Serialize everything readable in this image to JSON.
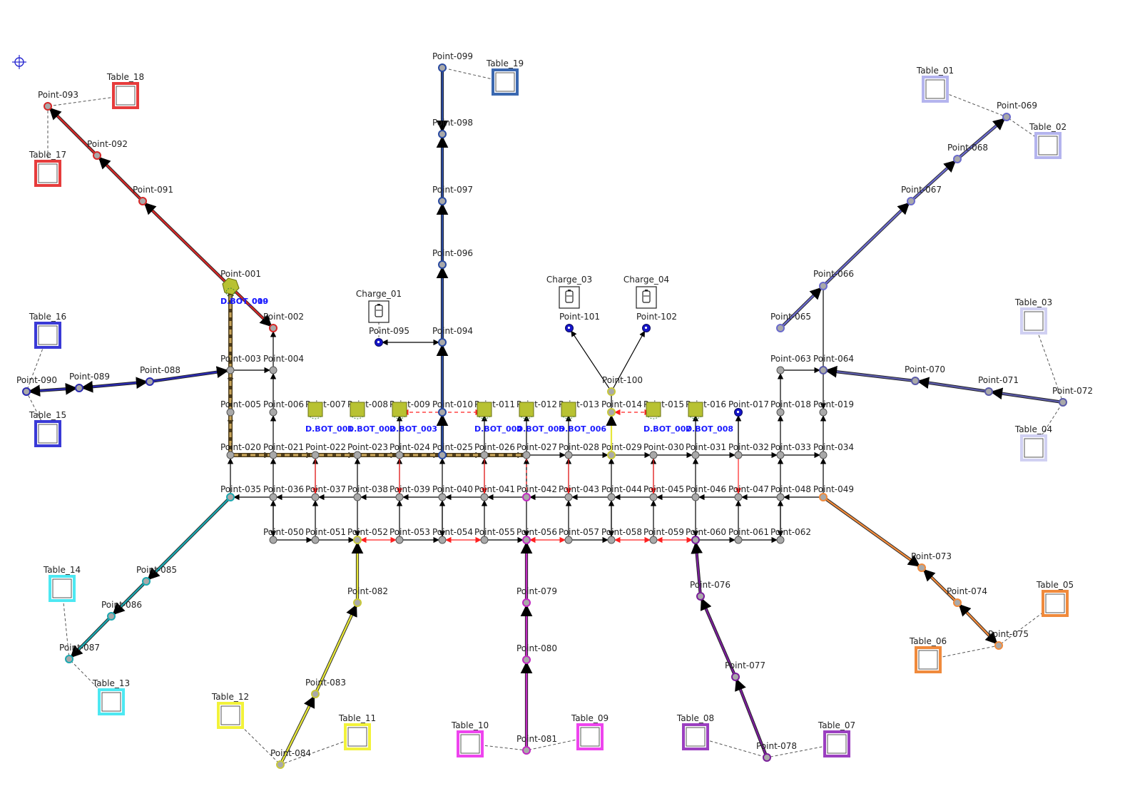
{
  "map": {
    "colors": {
      "background": "#ffffff",
      "grid_edge": "#000000",
      "node_fill": "#a9a9a9",
      "node_stroke": "#555555",
      "parking_fill": "#1515c8",
      "bot_fill": "#b8c232",
      "bot_label": "#1a1aff",
      "blocked_edge": "#ff2020",
      "route": "#8c6a2a",
      "label": "#222222"
    },
    "icons": {
      "origin": "crosshair-origin-icon",
      "charger": "battery-charger-icon",
      "parking": "parking-point-icon",
      "bot": "vehicle-bot-icon"
    },
    "points": [
      {
        "id": "Point-001",
        "label": "Point-001"
      },
      {
        "id": "Point-002",
        "label": "Point-002"
      },
      {
        "id": "Point-003",
        "label": "Point-003"
      },
      {
        "id": "Point-004",
        "label": "Point-004"
      },
      {
        "id": "Point-005",
        "label": "Point-005"
      },
      {
        "id": "Point-006",
        "label": "Point-006"
      },
      {
        "id": "Point-007",
        "label": "Point-007"
      },
      {
        "id": "Point-008",
        "label": "Point-008"
      },
      {
        "id": "Point-009",
        "label": "Point-009"
      },
      {
        "id": "Point-010",
        "label": "Point-010"
      },
      {
        "id": "Point-011",
        "label": "Point-011"
      },
      {
        "id": "Point-012",
        "label": "Point-012"
      },
      {
        "id": "Point-013",
        "label": "Point-013"
      },
      {
        "id": "Point-014",
        "label": "Point-014"
      },
      {
        "id": "Point-015",
        "label": "Point-015"
      },
      {
        "id": "Point-016",
        "label": "Point-016"
      },
      {
        "id": "Point-017",
        "label": "Point-017"
      },
      {
        "id": "Point-018",
        "label": "Point-018"
      },
      {
        "id": "Point-019",
        "label": "Point-019"
      },
      {
        "id": "Point-020",
        "label": "Point-020"
      },
      {
        "id": "Point-021",
        "label": "Point-021"
      },
      {
        "id": "Point-022",
        "label": "Point-022"
      },
      {
        "id": "Point-023",
        "label": "Point-023"
      },
      {
        "id": "Point-024",
        "label": "Point-024"
      },
      {
        "id": "Point-025",
        "label": "Point-025"
      },
      {
        "id": "Point-026",
        "label": "Point-026"
      },
      {
        "id": "Point-027",
        "label": "Point-027"
      },
      {
        "id": "Point-028",
        "label": "Point-028"
      },
      {
        "id": "Point-029",
        "label": "Point-029"
      },
      {
        "id": "Point-030",
        "label": "Point-030"
      },
      {
        "id": "Point-031",
        "label": "Point-031"
      },
      {
        "id": "Point-032",
        "label": "Point-032"
      },
      {
        "id": "Point-033",
        "label": "Point-033"
      },
      {
        "id": "Point-034",
        "label": "Point-034"
      },
      {
        "id": "Point-035",
        "label": "Point-035"
      },
      {
        "id": "Point-036",
        "label": "Point-036"
      },
      {
        "id": "Point-037",
        "label": "Point-037"
      },
      {
        "id": "Point-038",
        "label": "Point-038"
      },
      {
        "id": "Point-039",
        "label": "Point-039"
      },
      {
        "id": "Point-040",
        "label": "Point-040"
      },
      {
        "id": "Point-041",
        "label": "Point-041"
      },
      {
        "id": "Point-042",
        "label": "Point-042"
      },
      {
        "id": "Point-043",
        "label": "Point-043"
      },
      {
        "id": "Point-044",
        "label": "Point-044"
      },
      {
        "id": "Point-045",
        "label": "Point-045"
      },
      {
        "id": "Point-046",
        "label": "Point-046"
      },
      {
        "id": "Point-047",
        "label": "Point-047"
      },
      {
        "id": "Point-048",
        "label": "Point-048"
      },
      {
        "id": "Point-049",
        "label": "Point-049"
      },
      {
        "id": "Point-050",
        "label": "Point-050"
      },
      {
        "id": "Point-051",
        "label": "Point-051"
      },
      {
        "id": "Point-052",
        "label": "Point-052"
      },
      {
        "id": "Point-053",
        "label": "Point-053"
      },
      {
        "id": "Point-054",
        "label": "Point-054"
      },
      {
        "id": "Point-055",
        "label": "Point-055"
      },
      {
        "id": "Point-056",
        "label": "Point-056"
      },
      {
        "id": "Point-057",
        "label": "Point-057"
      },
      {
        "id": "Point-058",
        "label": "Point-058"
      },
      {
        "id": "Point-059",
        "label": "Point-059"
      },
      {
        "id": "Point-060",
        "label": "Point-060"
      },
      {
        "id": "Point-061",
        "label": "Point-061"
      },
      {
        "id": "Point-062",
        "label": "Point-062"
      },
      {
        "id": "Point-063",
        "label": "Point-063"
      },
      {
        "id": "Point-064",
        "label": "Point-064"
      },
      {
        "id": "Point-065",
        "label": "Point-065"
      },
      {
        "id": "Point-066",
        "label": "Point-066"
      },
      {
        "id": "Point-067",
        "label": "Point-067"
      },
      {
        "id": "Point-068",
        "label": "Point-068"
      },
      {
        "id": "Point-069",
        "label": "Point-069"
      },
      {
        "id": "Point-070",
        "label": "Point-070"
      },
      {
        "id": "Point-071",
        "label": "Point-071"
      },
      {
        "id": "Point-072",
        "label": "Point-072"
      },
      {
        "id": "Point-073",
        "label": "Point-073"
      },
      {
        "id": "Point-074",
        "label": "Point-074"
      },
      {
        "id": "Point-075",
        "label": "Point-075"
      },
      {
        "id": "Point-076",
        "label": "Point-076"
      },
      {
        "id": "Point-077",
        "label": "Point-077"
      },
      {
        "id": "Point-078",
        "label": "Point-078"
      },
      {
        "id": "Point-079",
        "label": "Point-079"
      },
      {
        "id": "Point-080",
        "label": "Point-080"
      },
      {
        "id": "Point-081",
        "label": "Point-081"
      },
      {
        "id": "Point-082",
        "label": "Point-082"
      },
      {
        "id": "Point-083",
        "label": "Point-083"
      },
      {
        "id": "Point-084",
        "label": "Point-084"
      },
      {
        "id": "Point-085",
        "label": "Point-085"
      },
      {
        "id": "Point-086",
        "label": "Point-086"
      },
      {
        "id": "Point-087",
        "label": "Point-087"
      },
      {
        "id": "Point-088",
        "label": "Point-088"
      },
      {
        "id": "Point-089",
        "label": "Point-089"
      },
      {
        "id": "Point-090",
        "label": "Point-090"
      },
      {
        "id": "Point-091",
        "label": "Point-091"
      },
      {
        "id": "Point-092",
        "label": "Point-092"
      },
      {
        "id": "Point-093",
        "label": "Point-093"
      },
      {
        "id": "Point-094",
        "label": "Point-094"
      },
      {
        "id": "Point-095",
        "label": "Point-095"
      },
      {
        "id": "Point-096",
        "label": "Point-096"
      },
      {
        "id": "Point-097",
        "label": "Point-097"
      },
      {
        "id": "Point-098",
        "label": "Point-098"
      },
      {
        "id": "Point-099",
        "label": "Point-099"
      },
      {
        "id": "Point-100",
        "label": "Point-100"
      },
      {
        "id": "Point-101",
        "label": "Point-101"
      },
      {
        "id": "Point-102",
        "label": "Point-102"
      }
    ],
    "tables": [
      {
        "id": "Table_01",
        "label": "Table_01",
        "color": "#b4b4ee"
      },
      {
        "id": "Table_02",
        "label": "Table_02",
        "color": "#b4b4ee"
      },
      {
        "id": "Table_03",
        "label": "Table_03",
        "color": "#d0d0f2"
      },
      {
        "id": "Table_04",
        "label": "Table_04",
        "color": "#d0d0f2"
      },
      {
        "id": "Table_05",
        "label": "Table_05",
        "color": "#f08a3c"
      },
      {
        "id": "Table_06",
        "label": "Table_06",
        "color": "#f08a3c"
      },
      {
        "id": "Table_07",
        "label": "Table_07",
        "color": "#9b3fc0"
      },
      {
        "id": "Table_08",
        "label": "Table_08",
        "color": "#9b3fc0"
      },
      {
        "id": "Table_09",
        "label": "Table_09",
        "color": "#ee44ee"
      },
      {
        "id": "Table_10",
        "label": "Table_10",
        "color": "#ee44ee"
      },
      {
        "id": "Table_11",
        "label": "Table_11",
        "color": "#f2f23a"
      },
      {
        "id": "Table_12",
        "label": "Table_12",
        "color": "#f2f23a"
      },
      {
        "id": "Table_13",
        "label": "Table_13",
        "color": "#4de8f2"
      },
      {
        "id": "Table_14",
        "label": "Table_14",
        "color": "#4de8f2"
      },
      {
        "id": "Table_15",
        "label": "Table_15",
        "color": "#3a3ad6"
      },
      {
        "id": "Table_16",
        "label": "Table_16",
        "color": "#3a3ad6"
      },
      {
        "id": "Table_17",
        "label": "Table_17",
        "color": "#e63c3c"
      },
      {
        "id": "Table_18",
        "label": "Table_18",
        "color": "#e63c3c"
      },
      {
        "id": "Table_19",
        "label": "Table_19",
        "color": "#3b68b0"
      }
    ],
    "chargers": [
      {
        "id": "Charge_01",
        "label": "Charge_01"
      },
      {
        "id": "Charge_03",
        "label": "Charge_03"
      },
      {
        "id": "Charge_04",
        "label": "Charge_04"
      }
    ],
    "bots": [
      {
        "id": "D.BOT_001",
        "label": "D.BOT_001"
      },
      {
        "id": "D.BOT_002",
        "label": "D.BOT_002"
      },
      {
        "id": "D.BOT_003",
        "label": "D.BOT_003"
      },
      {
        "id": "D.BOT_004",
        "label": "D.BOT_004"
      },
      {
        "id": "D.BOT_005",
        "label": "D.BOT_005"
      },
      {
        "id": "D.BOT_006",
        "label": "D.BOT_006"
      },
      {
        "id": "D.BOT_007",
        "label": "D.BOT_007"
      },
      {
        "id": "D.BOT_008",
        "label": "D.BOT_008"
      },
      {
        "id": "D.BOT_009",
        "label": "D.BOT_009"
      },
      {
        "id": "D.BOT_010",
        "label": "D.BOT_010"
      }
    ]
  }
}
